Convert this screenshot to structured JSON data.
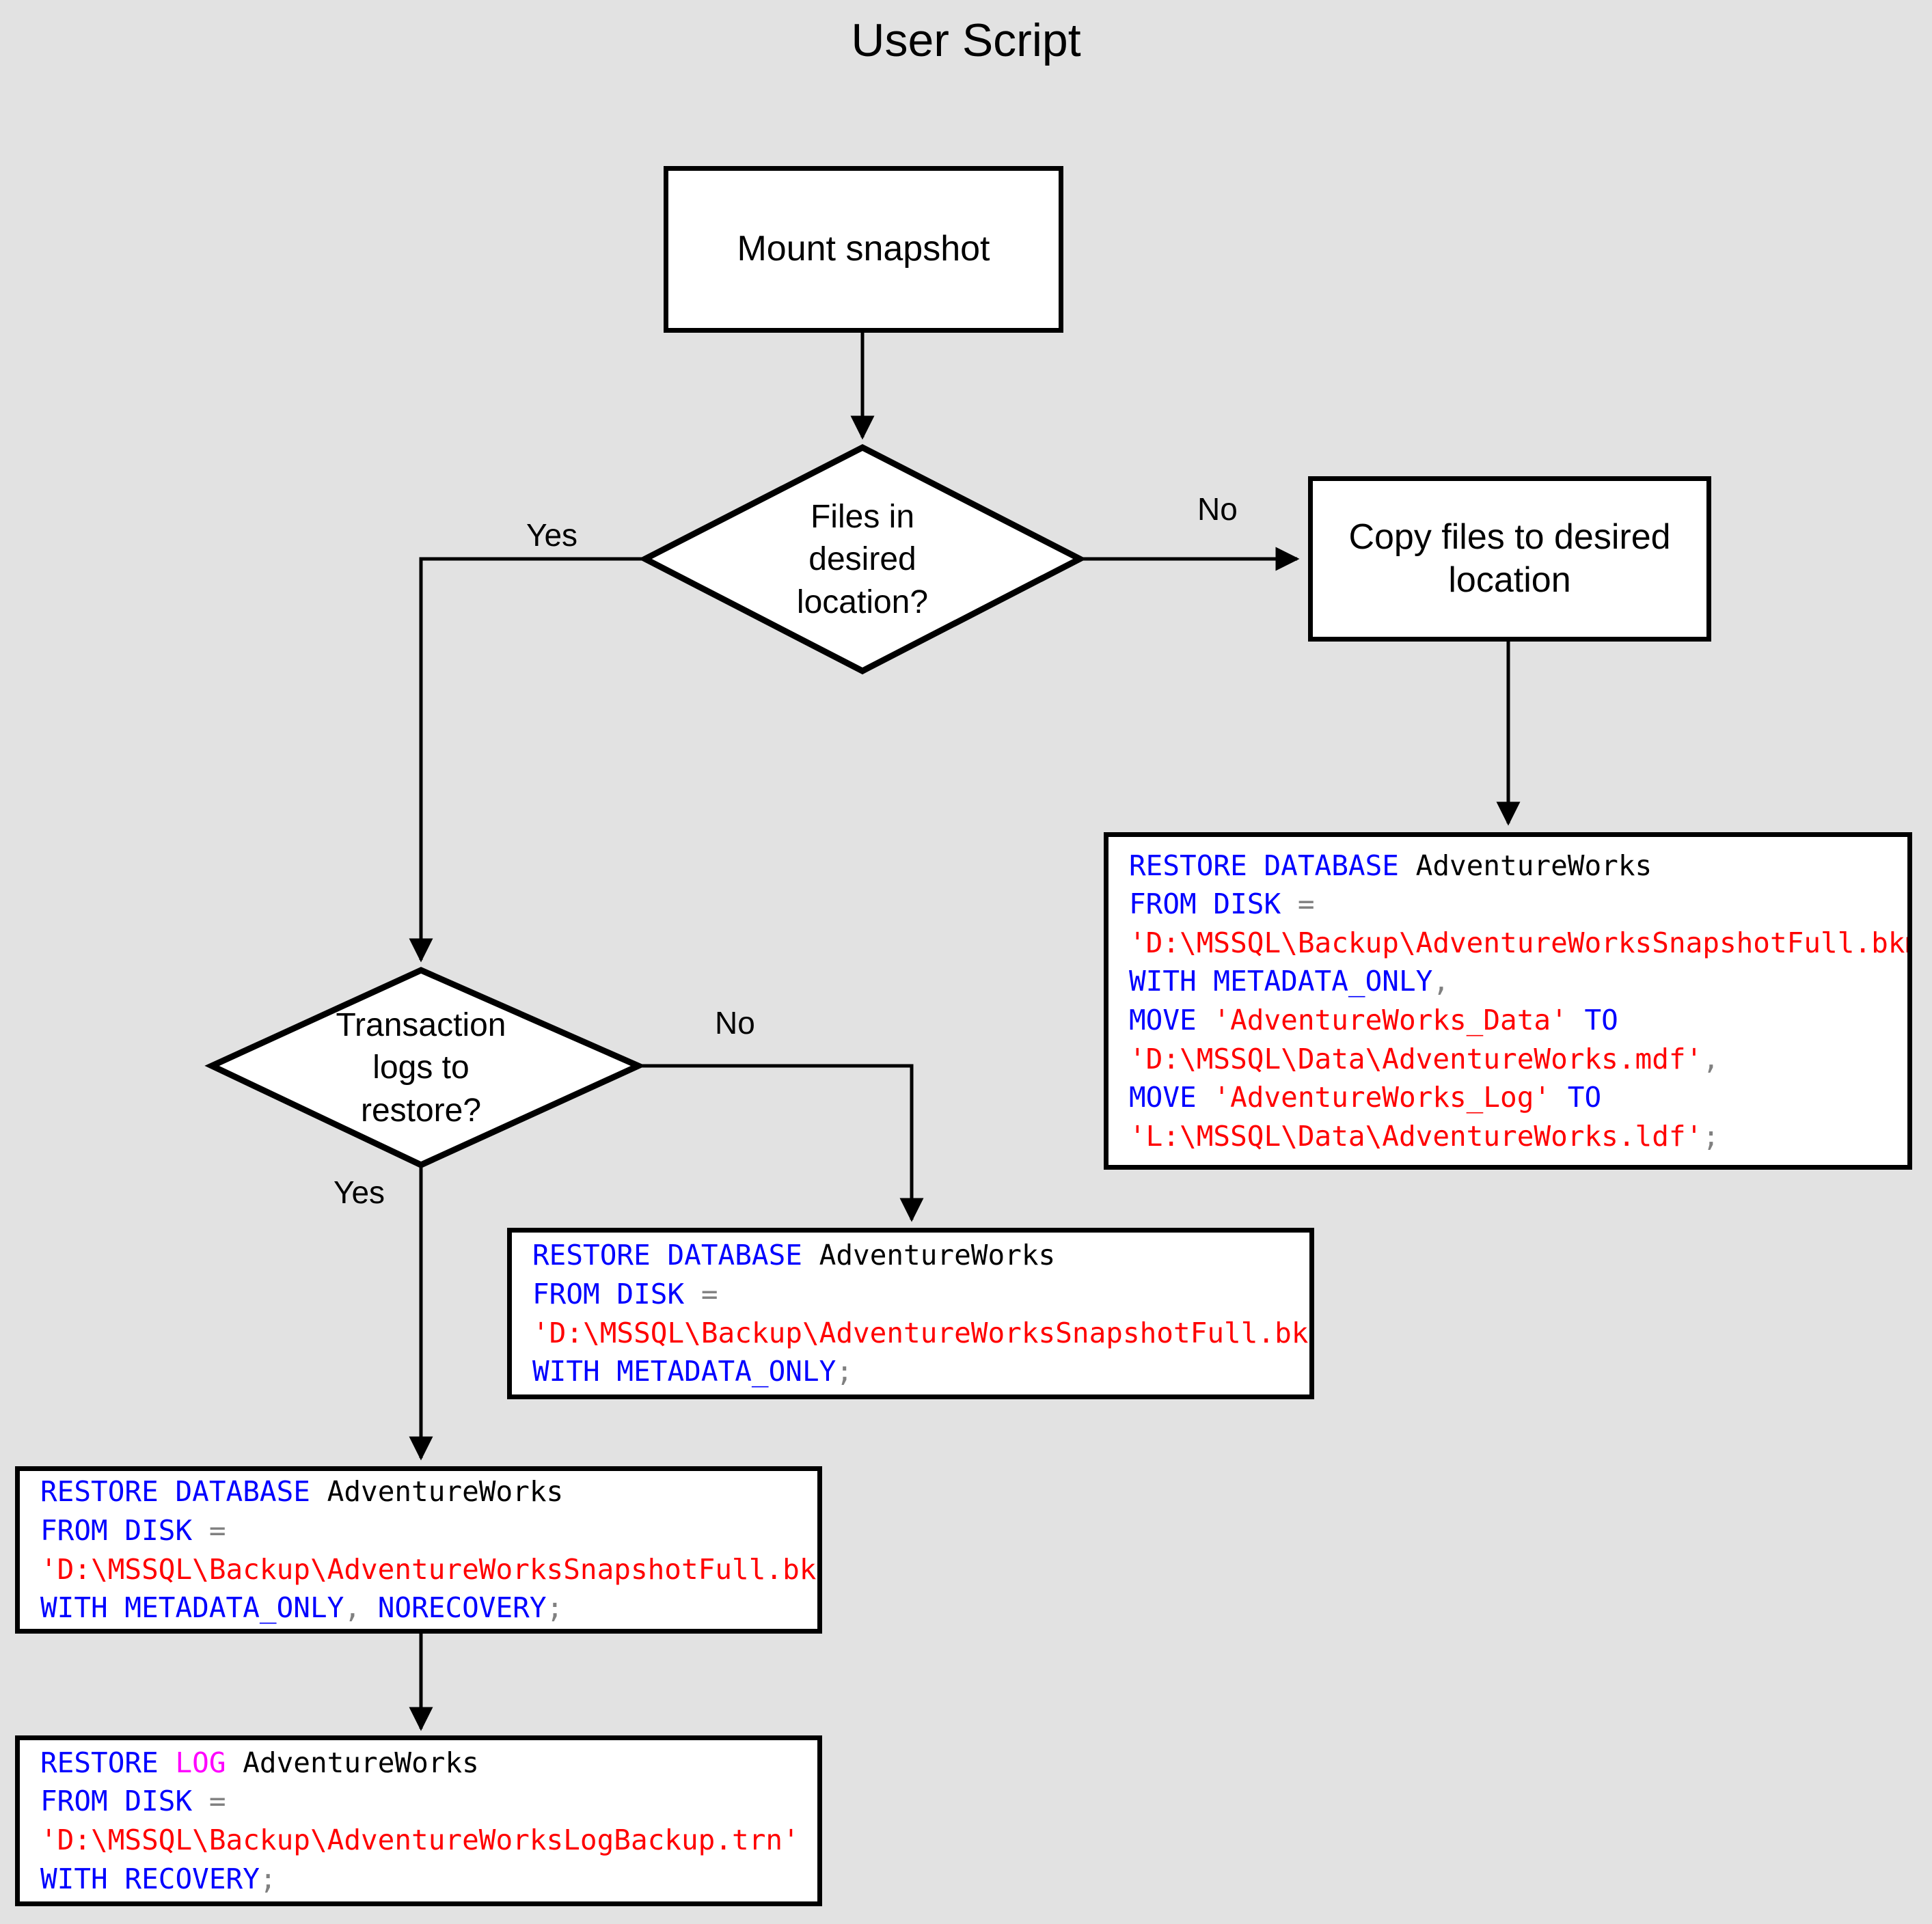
{
  "title": "User Script",
  "background_color": "#e2e2e2",
  "colors": {
    "keyword": "#0000ff",
    "keyword_log": "#ff00ff",
    "string": "#ff0000",
    "identifier": "#000000",
    "punctuation": "#808080",
    "shape_border": "#000000",
    "shape_fill": "#ffffff"
  },
  "nodes": {
    "mount_snapshot": {
      "label": "Mount snapshot"
    },
    "decision_files": {
      "label_line1": "Files in",
      "label_line2": "desired",
      "label_line3": "location?"
    },
    "copy_files": {
      "label_line1": "Copy files to desired",
      "label_line2": "location"
    },
    "decision_logs": {
      "label_line1": "Transaction",
      "label_line2": "logs to",
      "label_line3": "restore?"
    },
    "code_move": {
      "lines": [
        [
          {
            "t": "RESTORE DATABASE ",
            "c": "kw"
          },
          {
            "t": "AdventureWorks",
            "c": "id"
          }
        ],
        [
          {
            "t": "FROM DISK ",
            "c": "kw"
          },
          {
            "t": "=",
            "c": "pun"
          }
        ],
        [
          {
            "t": "'D:\\MSSQL\\Backup\\AdventureWorksSnapshotFull.bkm'",
            "c": "str"
          }
        ],
        [
          {
            "t": "WITH METADATA_ONLY",
            "c": "kw"
          },
          {
            "t": ",",
            "c": "pun"
          }
        ],
        [
          {
            "t": "MOVE ",
            "c": "kw"
          },
          {
            "t": "'AdventureWorks_Data'",
            "c": "str"
          },
          {
            "t": " TO",
            "c": "kw"
          }
        ],
        [
          {
            "t": "'D:\\MSSQL\\Data\\AdventureWorks.mdf'",
            "c": "str"
          },
          {
            "t": ",",
            "c": "pun"
          }
        ],
        [
          {
            "t": "MOVE ",
            "c": "kw"
          },
          {
            "t": "'AdventureWorks_Log'",
            "c": "str"
          },
          {
            "t": " TO",
            "c": "kw"
          }
        ],
        [
          {
            "t": "'L:\\MSSQL\\Data\\AdventureWorks.ldf'",
            "c": "str"
          },
          {
            "t": ";",
            "c": "pun"
          }
        ]
      ]
    },
    "code_metadata_only": {
      "lines": [
        [
          {
            "t": "RESTORE DATABASE ",
            "c": "kw"
          },
          {
            "t": "AdventureWorks",
            "c": "id"
          }
        ],
        [
          {
            "t": "FROM DISK ",
            "c": "kw"
          },
          {
            "t": "=",
            "c": "pun"
          }
        ],
        [
          {
            "t": "'D:\\MSSQL\\Backup\\AdventureWorksSnapshotFull.bkm'",
            "c": "str"
          }
        ],
        [
          {
            "t": "WITH METADATA_ONLY",
            "c": "kw"
          },
          {
            "t": ";",
            "c": "pun"
          }
        ]
      ]
    },
    "code_norecovery": {
      "lines": [
        [
          {
            "t": "RESTORE DATABASE ",
            "c": "kw"
          },
          {
            "t": "AdventureWorks",
            "c": "id"
          }
        ],
        [
          {
            "t": "FROM DISK ",
            "c": "kw"
          },
          {
            "t": "=",
            "c": "pun"
          }
        ],
        [
          {
            "t": "'D:\\MSSQL\\Backup\\AdventureWorksSnapshotFull.bkm'",
            "c": "str"
          }
        ],
        [
          {
            "t": "WITH METADATA_ONLY",
            "c": "kw"
          },
          {
            "t": ", ",
            "c": "pun"
          },
          {
            "t": "NORECOVERY",
            "c": "kw"
          },
          {
            "t": ";",
            "c": "pun"
          }
        ]
      ]
    },
    "code_restore_log": {
      "lines": [
        [
          {
            "t": "RESTORE ",
            "c": "kw"
          },
          {
            "t": "LOG",
            "c": "kwl"
          },
          {
            "t": " ",
            "c": "kw"
          },
          {
            "t": "AdventureWorks",
            "c": "id"
          }
        ],
        [
          {
            "t": "FROM DISK ",
            "c": "kw"
          },
          {
            "t": "=",
            "c": "pun"
          }
        ],
        [
          {
            "t": "'D:\\MSSQL\\Backup\\AdventureWorksLogBackup.trn'",
            "c": "str"
          }
        ],
        [
          {
            "t": "WITH RECOVERY",
            "c": "kw"
          },
          {
            "t": ";",
            "c": "pun"
          }
        ]
      ]
    }
  },
  "edge_labels": {
    "files_yes": "Yes",
    "files_no": "No",
    "logs_no": "No",
    "logs_yes": "Yes"
  }
}
